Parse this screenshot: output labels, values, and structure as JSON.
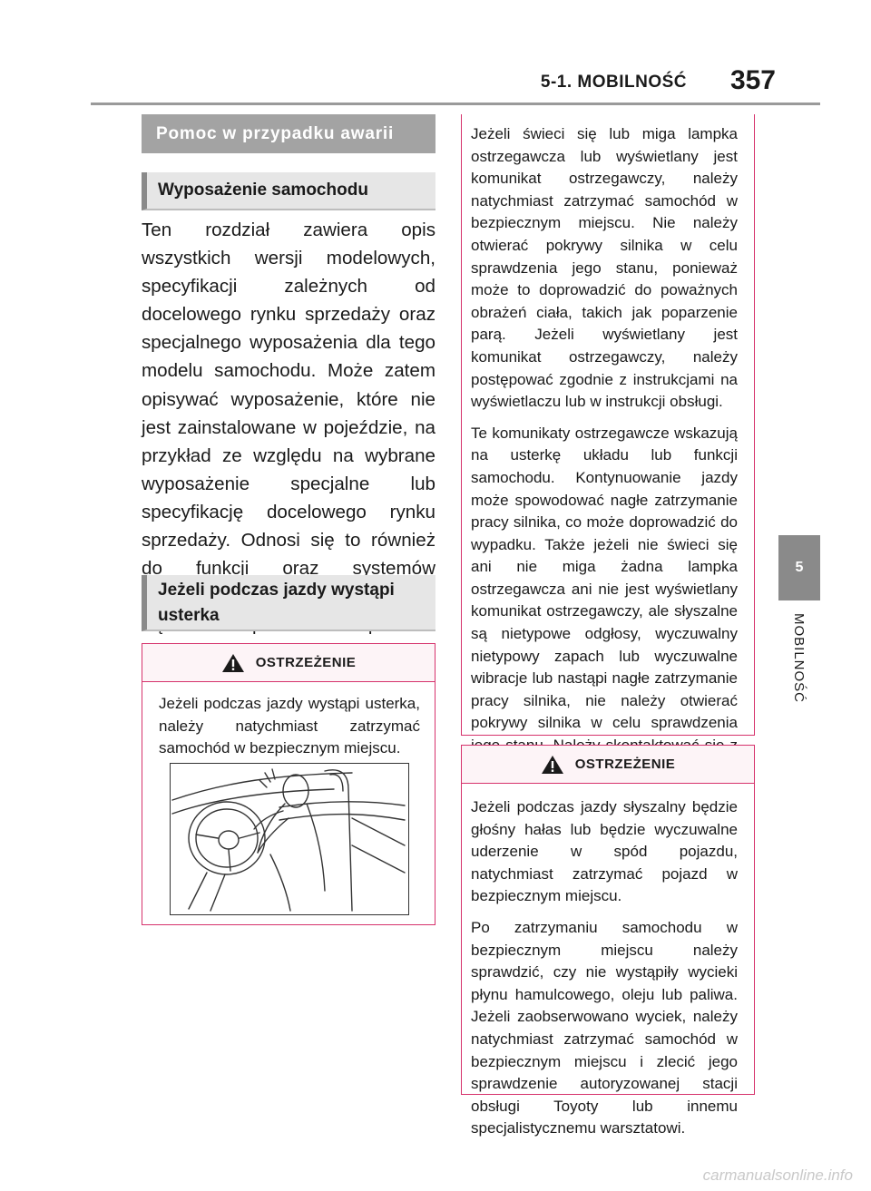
{
  "header": {
    "section": "5-1. MOBILNOŚĆ",
    "page_number": "357"
  },
  "side_tab": {
    "chapter_number": "5",
    "chapter_label": "MOBILNOŚĆ"
  },
  "left": {
    "title": "Pomoc w przypadku awarii",
    "subtitle_1": "Wyposażenie samochodu",
    "intro": "Ten rozdział zawiera opis wszystkich wersji modelowych, specyfikacji zależnych od docelowego rynku sprzedaży oraz specjalnego wyposażenia dla tego modelu samochodu. Może zatem opisywać wyposażenie, które nie jest zainstalowane w pojeździe, na przykład ze względu na wybrane wyposażenie specjalne lub specyfikację docelowego rynku sprzedaży. Odnosi się to również do funkcji oraz systemów bezpieczeństwa. Należy stosować się do odpowiednich praw i regulacji podczas korzystania z poszczególnych funkcji oraz systemów.",
    "subtitle_2": "Jeżeli podczas jazdy wystąpi usterka",
    "warning": {
      "heading": "OSTRZEŻENIE",
      "text": "Jeżeli podczas jazdy wystąpi usterka, należy natychmiast zatrzymać samochód w bezpiecznym miejscu."
    },
    "illustration_icon": "driver-alarmed-illustration"
  },
  "right": {
    "warning_cont": {
      "para_1": "Jeżeli świeci się lub miga lampka ostrzegawcza lub wyświetlany jest komunikat ostrzegawczy, należy natychmiast zatrzymać samochód w bezpiecznym miejscu. Nie należy otwierać pokrywy silnika w celu sprawdzenia jego stanu, ponieważ może to doprowadzić do poważnych obrażeń ciała, takich jak poparzenie parą. Jeżeli wyświetlany jest komunikat ostrzegawczy, należy postępować zgodnie z instrukcjami na wyświetlaczu lub w instrukcji obsługi.",
      "para_2": "Te komunikaty ostrzegawcze wskazują na usterkę układu lub funkcji samochodu. Kontynuowanie jazdy może spowodować nagłe zatrzymanie pracy silnika, co może doprowadzić do wypadku. Także jeżeli nie świeci się ani nie miga żadna lampka ostrzegawcza ani nie jest wyświetlany komunikat ostrzegawczy, ale słyszalne są nietypowe odgłosy, wyczuwalny nietypowy zapach lub wyczuwalne wibracje lub nastąpi nagłe zatrzymanie pracy silnika, nie należy otwierać pokrywy silnika w celu sprawdzenia jego stanu. Należy skontaktować się z autoryzowaną stacją obsługi Toyoty lub innym specjalistycznym warsztatem."
    },
    "warning_2": {
      "heading": "OSTRZEŻENIE",
      "para_1": "Jeżeli podczas jazdy słyszalny będzie głośny hałas lub będzie wyczuwalne uderzenie w spód pojazdu, natychmiast zatrzymać pojazd w bezpiecznym miejscu.",
      "para_2": "Po zatrzymaniu samochodu w bezpiecznym miejscu należy sprawdzić, czy nie wystąpiły wycieki płynu hamulcowego, oleju lub paliwa. Jeżeli zaobserwowano wyciek, należy natychmiast zatrzymać samochód w bezpiecznym miejscu i zlecić jego sprawdzenie autoryzowanej stacji obsługi Toyoty lub innemu specjalistycznemu warsztatowi."
    }
  },
  "footer": {
    "watermark": "carmanualsonline.info"
  },
  "icons": {
    "warning": "warning-triangle-icon"
  },
  "colors": {
    "warning_border": "#d6326c",
    "title_bar": "#a3a3a3",
    "side_tab": "#8a8a8a"
  }
}
